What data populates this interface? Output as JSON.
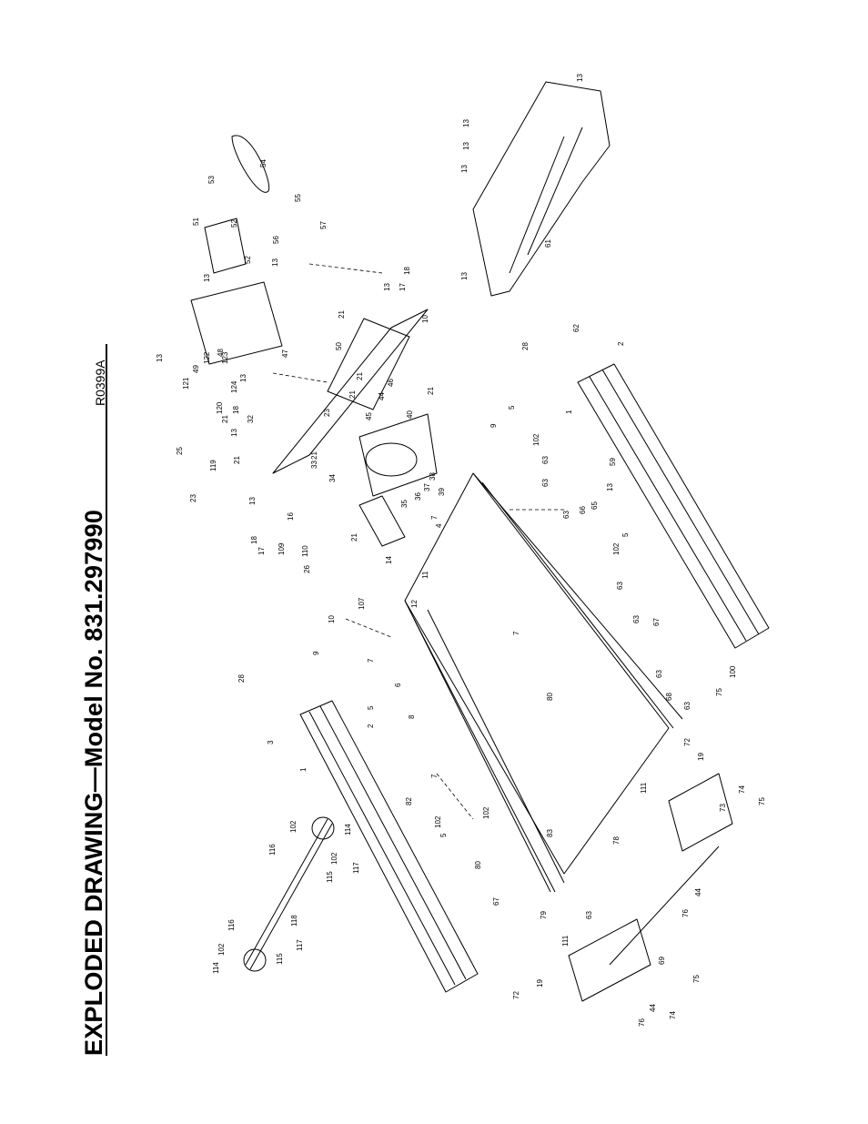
{
  "page": {
    "title": "EXPLODED DRAWING—Model No. 831.297990",
    "drawing_code": "R0399A"
  },
  "callouts": {
    "c1": "1",
    "c2": "2",
    "c3": "3",
    "c4": "4",
    "c5": "5",
    "c6": "6",
    "c7": "7",
    "c8": "8",
    "c9": "9",
    "c10": "10",
    "c11": "11",
    "c12": "12",
    "c13": "13",
    "c14": "14",
    "c16": "16",
    "c17": "17",
    "c18": "18",
    "c19": "19",
    "c21": "21",
    "c23": "23",
    "c25": "25",
    "c26": "26",
    "c28": "28",
    "c32": "32",
    "c33": "33",
    "c34": "34",
    "c35": "35",
    "c36": "36",
    "c37": "37",
    "c38": "38",
    "c39": "39",
    "c40": "40",
    "c44": "44",
    "c45": "45",
    "c46": "46",
    "c47": "47",
    "c48": "48",
    "c49": "49",
    "c50": "50",
    "c51": "51",
    "c52": "52",
    "c53": "53",
    "c54": "54",
    "c55": "55",
    "c56": "56",
    "c57": "57",
    "c59": "59",
    "c61": "61",
    "c62": "62",
    "c63": "63",
    "c65": "65",
    "c66": "66",
    "c67": "67",
    "c68": "68",
    "c69": "69",
    "c72": "72",
    "c73": "73",
    "c74": "74",
    "c75": "75",
    "c76": "76",
    "c78": "78",
    "c79": "79",
    "c80": "80",
    "c82": "82",
    "c83": "83",
    "c100": "100",
    "c102": "102",
    "c107": "107",
    "c109": "109",
    "c110": "110",
    "c111": "111",
    "c114": "114",
    "c115": "115",
    "c116": "116",
    "c117": "117",
    "c118": "118",
    "c119": "119",
    "c120": "120",
    "c121": "121",
    "c122": "122",
    "c123": "123",
    "c124": "124"
  }
}
